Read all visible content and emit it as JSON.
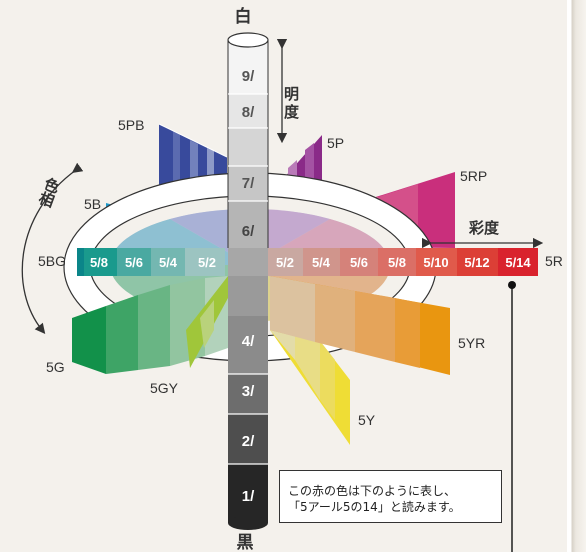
{
  "labels": {
    "top": "白",
    "bottom": "黒",
    "value_axis": "明度",
    "hue_axis": "色相",
    "chroma_axis": "彩度"
  },
  "hues": [
    "5R",
    "5YR",
    "5Y",
    "5GY",
    "5G",
    "5BG",
    "5B",
    "5PB",
    "5P",
    "5RP"
  ],
  "value_steps": [
    "9/",
    "8/",
    "7/",
    "6/",
    "4/",
    "3/",
    "2/",
    "1/"
  ],
  "chroma_right": [
    "5/2",
    "5/4",
    "5/6",
    "5/8",
    "5/10",
    "5/12",
    "5/14"
  ],
  "chroma_left": [
    "5/8",
    "5/6",
    "5/4",
    "5/2"
  ],
  "callout": {
    "line1": "この赤の色は下のように表し、",
    "line2": "「5アール5の14」と読みます。"
  },
  "colors": {
    "red": "#d9232d",
    "yellow_red": "#e58a12",
    "yellow": "#eeda28",
    "green_yellow": "#9dc52e",
    "green": "#17964a",
    "blue_green": "#0f8c93",
    "blue": "#0f8fc8",
    "purple_blue": "#2d3f91",
    "purple": "#7c197e",
    "red_purple": "#c6237a"
  }
}
